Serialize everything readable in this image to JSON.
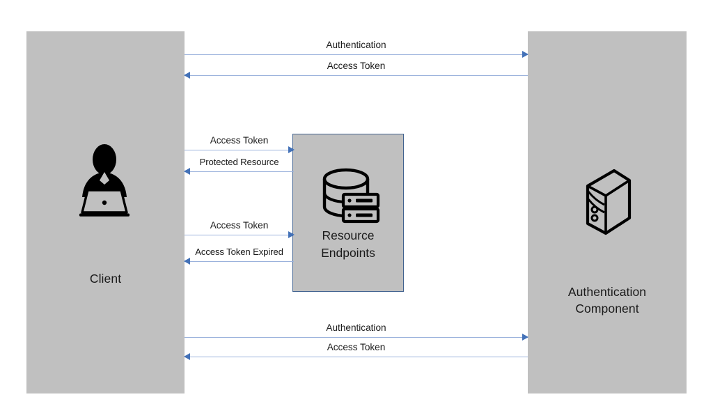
{
  "diagram": {
    "title": "OAuth access-token sequence diagram",
    "background": "#ffffff",
    "lane_fill": "#c0c0c0",
    "box_fill": "#c0c0c0",
    "box_border": "#41628f",
    "arrow_line": "#9bb2dc",
    "arrow_head": "#4472b8",
    "text_color": "#1a1a1a"
  },
  "lanes": [
    {
      "id": "client",
      "label": "Client",
      "icon": "user-laptop-icon"
    },
    {
      "id": "auth",
      "label": "Authentication\nComponent",
      "icon": "server-tower-icon"
    }
  ],
  "nodes": [
    {
      "id": "resource",
      "label": "Resource\nEndpoints",
      "icon": "database-server-icon"
    }
  ],
  "messages": [
    {
      "id": "m1",
      "label": "Authentication",
      "from": "client",
      "to": "auth",
      "direction": "right"
    },
    {
      "id": "m2",
      "label": "Access Token",
      "from": "auth",
      "to": "client",
      "direction": "left"
    },
    {
      "id": "m3",
      "label": "Access Token",
      "from": "client",
      "to": "resource",
      "direction": "right"
    },
    {
      "id": "m4",
      "label": "Protected Resource",
      "from": "resource",
      "to": "client",
      "direction": "left"
    },
    {
      "id": "m5",
      "label": "Access Token",
      "from": "client",
      "to": "resource",
      "direction": "right"
    },
    {
      "id": "m6",
      "label": "Access Token Expired",
      "from": "resource",
      "to": "client",
      "direction": "left"
    },
    {
      "id": "m7",
      "label": "Authentication",
      "from": "client",
      "to": "auth",
      "direction": "right"
    },
    {
      "id": "m8",
      "label": "Access Token",
      "from": "auth",
      "to": "client",
      "direction": "left"
    }
  ]
}
